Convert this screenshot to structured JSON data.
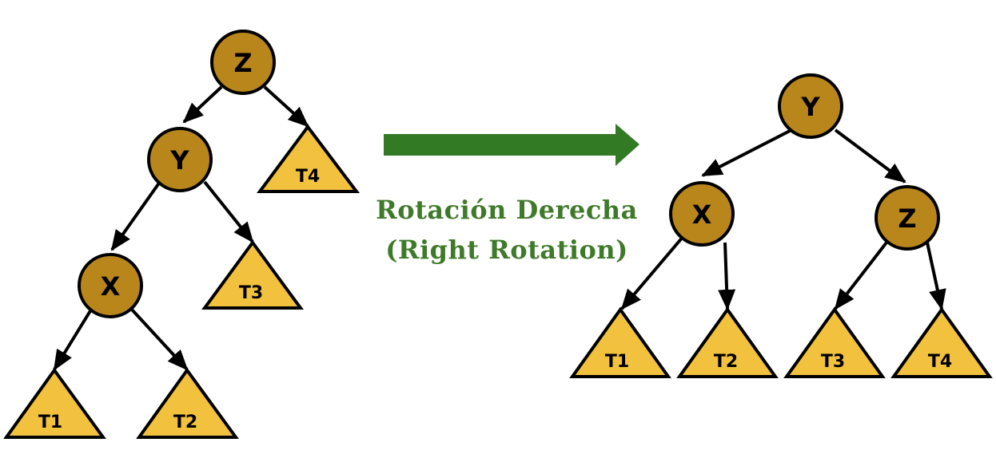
{
  "colors": {
    "node_fill": "#B8861B",
    "subtree_fill": "#F2C23E",
    "arrow_green": "#337A24",
    "caption_green": "#3F7A2A",
    "stroke": "#000000"
  },
  "caption": {
    "line1": "Rotación Derecha",
    "line2": "(Right Rotation)"
  },
  "before": {
    "nodes": {
      "z": "Z",
      "y": "Y",
      "x": "X"
    },
    "subtrees": {
      "t1": "T1",
      "t2": "T2",
      "t3": "T3",
      "t4": "T4"
    }
  },
  "after": {
    "nodes": {
      "y": "Y",
      "x": "X",
      "z": "Z"
    },
    "subtrees": {
      "t1": "T1",
      "t2": "T2",
      "t3": "T3",
      "t4": "T4"
    }
  }
}
